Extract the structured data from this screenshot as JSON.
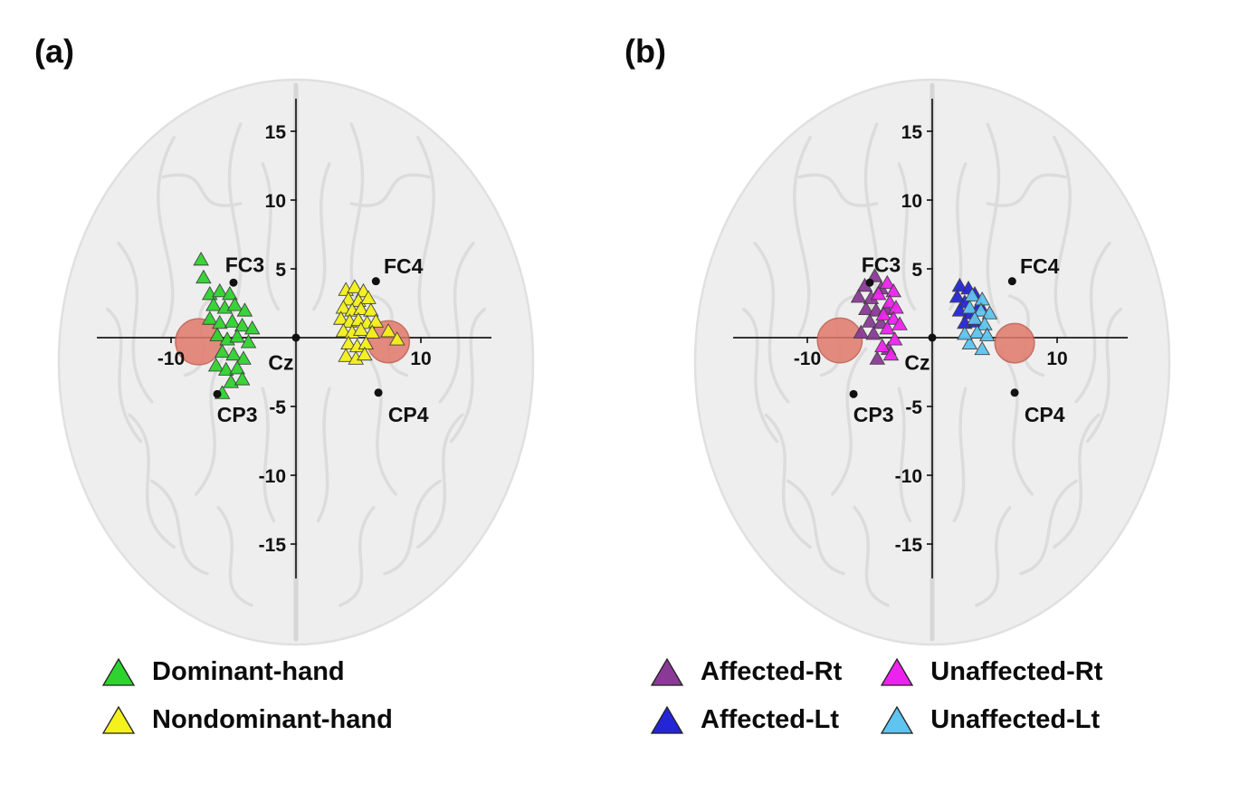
{
  "figure": {
    "panel_a_label": "(a)",
    "panel_b_label": "(b)"
  },
  "chart_data": [
    {
      "type": "scatter",
      "panel": "a",
      "title": "",
      "xlabel": "",
      "ylabel": "",
      "xlim": [
        -16,
        16
      ],
      "ylim": [
        -17.5,
        17.5
      ],
      "grid": false,
      "legend_position": "bottom",
      "yticks": [
        15,
        10,
        5,
        -5,
        -10,
        -15
      ],
      "xticks": [
        -10,
        10
      ],
      "electrodes": [
        {
          "label": "FC3",
          "x": -5.0,
          "y": 4.0,
          "label_x": -4.1,
          "label_y": 5.3
        },
        {
          "label": "FC4",
          "x": 6.4,
          "y": 4.1,
          "label_x": 8.6,
          "label_y": 5.2
        },
        {
          "label": "CP3",
          "x": -6.3,
          "y": -4.1,
          "label_x": -4.7,
          "label_y": -5.6
        },
        {
          "label": "CP4",
          "x": 6.6,
          "y": -4.0,
          "label_x": 9.0,
          "label_y": -5.6
        },
        {
          "label": "Cz",
          "x": 0,
          "y": 0,
          "label_x": -1.2,
          "label_y": -1.8
        }
      ],
      "targets": [
        {
          "x": -7.8,
          "y": -0.3,
          "r": 1.75
        },
        {
          "x": 7.4,
          "y": -0.3,
          "r": 1.6
        }
      ],
      "series": [
        {
          "name": "Dominant-hand",
          "color": "#2fd32f",
          "points": [
            [
              -7.6,
              5.6
            ],
            [
              -7.4,
              4.3
            ],
            [
              -6.9,
              3.1
            ],
            [
              -6.1,
              3.3
            ],
            [
              -5.3,
              3.1
            ],
            [
              -6.6,
              2.3
            ],
            [
              -5.7,
              2.1
            ],
            [
              -4.9,
              2.3
            ],
            [
              -4.1,
              1.9
            ],
            [
              -6.9,
              1.3
            ],
            [
              -6.1,
              1.0
            ],
            [
              -5.1,
              1.1
            ],
            [
              -4.3,
              0.8
            ],
            [
              -3.5,
              0.6
            ],
            [
              -6.3,
              0.1
            ],
            [
              -5.5,
              -0.2
            ],
            [
              -4.7,
              0.0
            ],
            [
              -3.8,
              -0.4
            ],
            [
              -5.9,
              -1.1
            ],
            [
              -5.0,
              -1.3
            ],
            [
              -4.2,
              -1.6
            ],
            [
              -6.4,
              -2.1
            ],
            [
              -5.6,
              -2.4
            ],
            [
              -4.7,
              -2.3
            ],
            [
              -5.2,
              -3.3
            ],
            [
              -4.3,
              -3.1
            ],
            [
              -5.9,
              -4.1
            ]
          ]
        },
        {
          "name": "Nondominant-hand",
          "color": "#f4f11c",
          "points": [
            [
              4.0,
              3.4
            ],
            [
              4.7,
              3.6
            ],
            [
              5.4,
              3.3
            ],
            [
              4.2,
              2.7
            ],
            [
              5.0,
              2.6
            ],
            [
              5.8,
              2.8
            ],
            [
              3.8,
              2.1
            ],
            [
              4.5,
              1.9
            ],
            [
              5.2,
              2.0
            ],
            [
              6.0,
              1.9
            ],
            [
              3.6,
              1.3
            ],
            [
              4.3,
              1.1
            ],
            [
              5.0,
              1.2
            ],
            [
              5.7,
              1.0
            ],
            [
              6.4,
              1.1
            ],
            [
              3.8,
              0.4
            ],
            [
              4.5,
              0.3
            ],
            [
              5.2,
              0.5
            ],
            [
              6.1,
              0.3
            ],
            [
              7.4,
              0.4
            ],
            [
              4.2,
              -0.5
            ],
            [
              4.9,
              -0.7
            ],
            [
              5.6,
              -0.5
            ],
            [
              4.0,
              -1.4
            ],
            [
              4.8,
              -1.6
            ],
            [
              5.5,
              -1.3
            ],
            [
              8.1,
              -0.2
            ]
          ]
        }
      ]
    },
    {
      "type": "scatter",
      "panel": "b",
      "title": "",
      "xlabel": "",
      "ylabel": "",
      "xlim": [
        -16,
        16
      ],
      "ylim": [
        -17.5,
        17.5
      ],
      "grid": false,
      "legend_position": "bottom",
      "yticks": [
        15,
        10,
        5,
        -5,
        -10,
        -15
      ],
      "xticks": [
        -10,
        10
      ],
      "electrodes": [
        {
          "label": "FC3",
          "x": -5.0,
          "y": 4.0,
          "label_x": -4.1,
          "label_y": 5.3
        },
        {
          "label": "FC4",
          "x": 6.4,
          "y": 4.1,
          "label_x": 8.6,
          "label_y": 5.2
        },
        {
          "label": "CP3",
          "x": -6.3,
          "y": -4.1,
          "label_x": -4.7,
          "label_y": -5.6
        },
        {
          "label": "CP4",
          "x": 6.6,
          "y": -4.0,
          "label_x": 9.0,
          "label_y": -5.6
        },
        {
          "label": "Cz",
          "x": 0,
          "y": 0,
          "label_x": -1.2,
          "label_y": -1.8
        }
      ],
      "targets": [
        {
          "x": -7.4,
          "y": -0.2,
          "r": 1.7
        },
        {
          "x": 6.6,
          "y": -0.4,
          "r": 1.5
        }
      ],
      "series": [
        {
          "name": "Affected-Rt",
          "color": "#8a3a96",
          "points": [
            [
              -4.6,
              4.4
            ],
            [
              -5.4,
              3.7
            ],
            [
              -4.1,
              3.5
            ],
            [
              -5.9,
              2.9
            ],
            [
              -4.9,
              2.8
            ],
            [
              -5.3,
              2.0
            ],
            [
              -4.5,
              1.9
            ],
            [
              -3.7,
              2.0
            ],
            [
              -5.0,
              1.1
            ],
            [
              -4.1,
              1.0
            ],
            [
              -5.7,
              0.3
            ],
            [
              -4.7,
              0.2
            ],
            [
              -3.5,
              -0.9
            ],
            [
              -4.4,
              -1.6
            ]
          ]
        },
        {
          "name": "Unaffected-Rt",
          "color": "#ee22ee",
          "points": [
            [
              -3.6,
              3.9
            ],
            [
              -3.1,
              3.3
            ],
            [
              -4.3,
              3.1
            ],
            [
              -3.4,
              2.5
            ],
            [
              -2.9,
              2.1
            ],
            [
              -3.9,
              1.6
            ],
            [
              -3.1,
              1.3
            ],
            [
              -2.6,
              0.9
            ],
            [
              -3.6,
              0.6
            ],
            [
              -3.0,
              -0.2
            ],
            [
              -4.0,
              -0.7
            ],
            [
              -3.3,
              -1.3
            ]
          ]
        },
        {
          "name": "Affected-Lt",
          "color": "#2525d8",
          "points": [
            [
              2.2,
              3.7
            ],
            [
              2.9,
              3.5
            ],
            [
              2.0,
              2.9
            ],
            [
              3.4,
              3.1
            ],
            [
              2.6,
              2.5
            ],
            [
              3.8,
              2.3
            ],
            [
              2.2,
              1.9
            ],
            [
              3.0,
              1.7
            ],
            [
              2.6,
              1.0
            ],
            [
              3.5,
              1.1
            ]
          ]
        },
        {
          "name": "Unaffected-Lt",
          "color": "#5fc4ef",
          "points": [
            [
              3.2,
              3.0
            ],
            [
              4.0,
              2.7
            ],
            [
              3.0,
              2.1
            ],
            [
              3.9,
              1.9
            ],
            [
              4.6,
              1.7
            ],
            [
              3.4,
              1.3
            ],
            [
              4.2,
              0.9
            ],
            [
              3.6,
              0.3
            ],
            [
              4.4,
              0.1
            ],
            [
              3.0,
              -0.5
            ],
            [
              4.0,
              -0.9
            ],
            [
              2.6,
              0.2
            ]
          ]
        }
      ]
    }
  ]
}
